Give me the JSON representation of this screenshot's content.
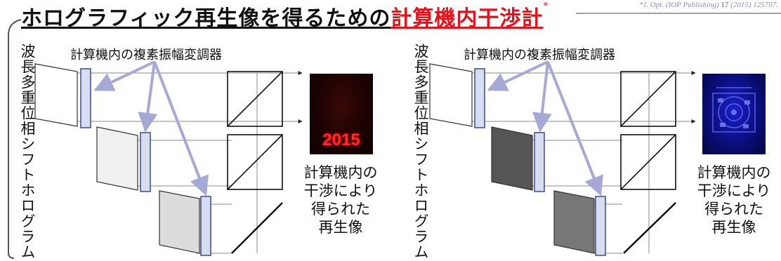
{
  "title": {
    "main": "ホログラフィック再生像を得るための",
    "highlight": "計算機内干渉計",
    "asterisk": "*"
  },
  "citation": {
    "prefix": "*J. Opt. (IOP Publishing) ",
    "volume": "17",
    "rest": " (2015) 125707."
  },
  "panels": [
    {
      "vertical_label": "波長多重位相シフトホログラム",
      "annotation": "計算機内の複素振幅変調器",
      "reconstruction_text": "2015",
      "caption": [
        "計算機内の",
        "干渉により",
        "得られた",
        "再生像"
      ]
    },
    {
      "vertical_label": "波長多重位相シフトホログラム",
      "annotation": "計算機内の複素振幅変調器",
      "caption": [
        "計算機内の",
        "干渉により",
        "得られた",
        "再生像"
      ]
    }
  ],
  "colors": {
    "title_highlight": "#e8101a",
    "arrow": "#a6a8d6",
    "modulator_fill": "#d8def2",
    "modulator_stroke": "#3a4a8a",
    "recon_left": "#1a0202",
    "recon_right": "#0a0e7a"
  }
}
